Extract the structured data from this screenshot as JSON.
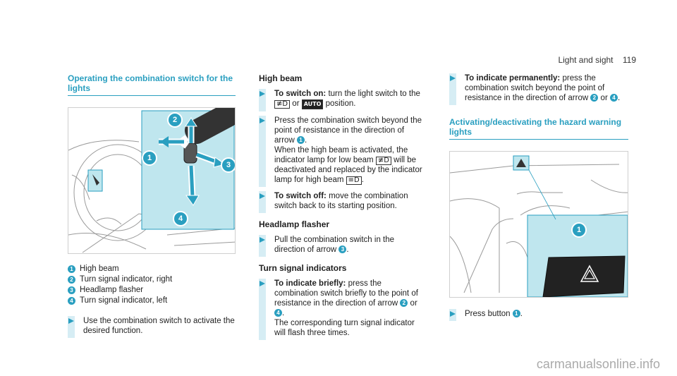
{
  "header": {
    "title": "Light and sight",
    "page": "119"
  },
  "section1": {
    "title": "Operating the combination switch for the lights",
    "legend": [
      {
        "n": "1",
        "text": "High beam"
      },
      {
        "n": "2",
        "text": "Turn signal indicator, right"
      },
      {
        "n": "3",
        "text": "Headlamp flasher"
      },
      {
        "n": "4",
        "text": "Turn signal indicator, left"
      }
    ],
    "figure_callouts": [
      "1",
      "2",
      "3",
      "4"
    ],
    "step": "Use the combination switch to activate the desired function."
  },
  "high_beam": {
    "title": "High beam",
    "on_label": "To switch on:",
    "on_text_a": "turn the light switch to the",
    "on_icon1": "≢D",
    "on_or": "or",
    "on_icon2": "AUTO",
    "on_text_b": "position.",
    "press_a": "Press the combination switch beyond the point of resistance in the direction of arrow",
    "press_n": "1",
    "press_b": "When the high beam is activated, the indicator lamp for low beam",
    "press_icon": "≢D",
    "press_c": "will be deactivated and replaced by the indicator lamp for high beam",
    "press_icon2": "≡D",
    "off_label": "To switch off:",
    "off_text": "move the combination switch back to its starting position."
  },
  "flasher": {
    "title": "Headlamp flasher",
    "step_a": "Pull the combination switch in the direction of arrow",
    "step_n": "3"
  },
  "turn": {
    "title": "Turn signal indicators",
    "brief_label": "To indicate briefly:",
    "brief_a": "press the combination switch briefly to the point of resistance in the direction of arrow",
    "n2": "2",
    "or": "or",
    "n4": "4",
    "brief_b": "The corresponding turn signal indicator will flash three times.",
    "perm_label": "To indicate permanently:",
    "perm_a": "press the combination switch beyond the point of resistance in the direction of arrow"
  },
  "hazard": {
    "title": "Activating/deactivating the hazard warning lights",
    "callout": "1",
    "step_a": "Press button",
    "step_n": "1"
  },
  "footer": {
    "text": "carmanualsonline.info"
  },
  "colors": {
    "accent": "#2a9fc0",
    "callout_bg": "#bfe6ee",
    "tint": "#d6edf4"
  }
}
